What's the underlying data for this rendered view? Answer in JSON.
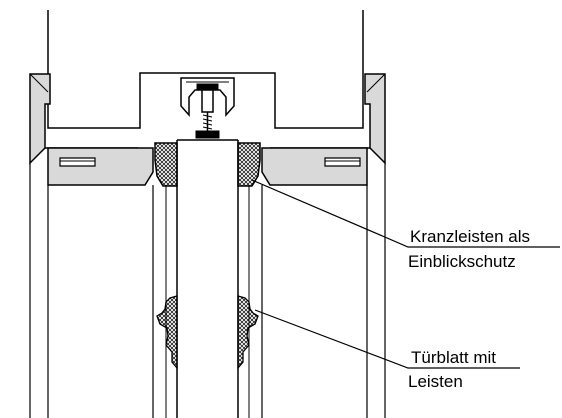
{
  "labels": {
    "kranzleisten_line1": "Kranzleisten als",
    "kranzleisten_line2": "Einblickschutz",
    "tuerblatt_line1": "Türblatt mit",
    "tuerblatt_line2": "Leisten"
  },
  "colors": {
    "line": "#000000",
    "fill_grey": "#d9d9d9",
    "background": "#ffffff"
  }
}
